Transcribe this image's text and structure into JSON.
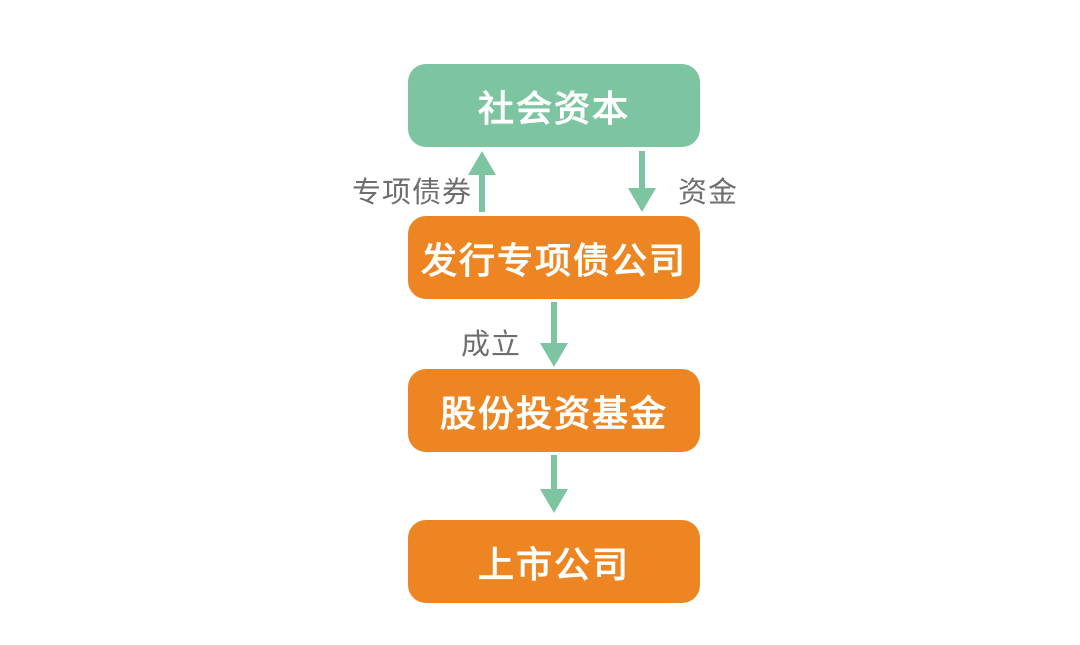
{
  "colors": {
    "page_bg": "#ffffff",
    "green_box": "#7cc5a0",
    "orange_box": "#ec8522",
    "arrow": "#7cc5a0",
    "label_text": "#6e6e6e",
    "box_text": "#ffffff"
  },
  "diagram": {
    "type": "flowchart",
    "nodes": [
      {
        "id": "social-capital",
        "label": "社会资本",
        "style": "green"
      },
      {
        "id": "bond-issuer",
        "label": "发行专项债公司",
        "style": "orange"
      },
      {
        "id": "equity-fund",
        "label": "股份投资基金",
        "style": "orange"
      },
      {
        "id": "listed-company",
        "label": "上市公司",
        "style": "orange"
      }
    ],
    "edges": [
      {
        "from": "bond-issuer",
        "to": "social-capital",
        "direction": "up",
        "label": "专项债券"
      },
      {
        "from": "social-capital",
        "to": "bond-issuer",
        "direction": "down",
        "label": "资金"
      },
      {
        "from": "bond-issuer",
        "to": "equity-fund",
        "direction": "down",
        "label": "成立"
      },
      {
        "from": "equity-fund",
        "to": "listed-company",
        "direction": "down",
        "label": ""
      }
    ]
  }
}
